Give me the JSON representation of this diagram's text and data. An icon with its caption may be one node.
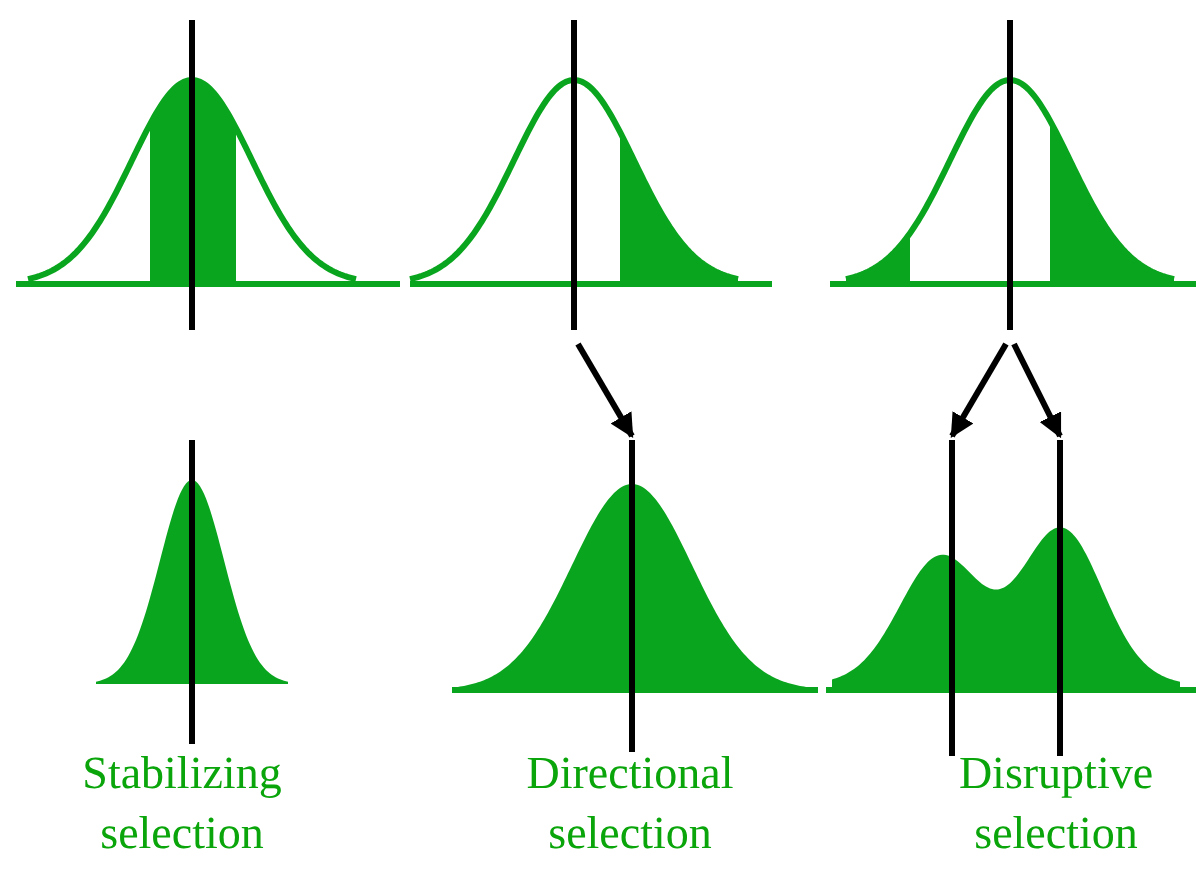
{
  "diagram": {
    "nodes": [
      {
        "text": [],
        "shape": "picture"
      },
      {
        "text": [],
        "shape": "picture"
      },
      {
        "text": [],
        "shape": "picture"
      },
      {
        "text": [],
        "shape": "picture",
        "beside": [
          "Stabilizing selection"
        ]
      },
      {
        "text": [],
        "shape": "picture",
        "beside": [
          "Directional selection"
        ]
      },
      {
        "text": [],
        "shape": "picture",
        "beside": [
          "Disruptive selection"
        ]
      }
    ],
    "edges": [
      {
        "from": 1,
        "to": 4,
        "arrow": "to"
      },
      {
        "from": 2,
        "to": 5,
        "arrow": "to"
      },
      {
        "from": 2,
        "to": 5,
        "arrow": "to"
      }
    ]
  }
}
